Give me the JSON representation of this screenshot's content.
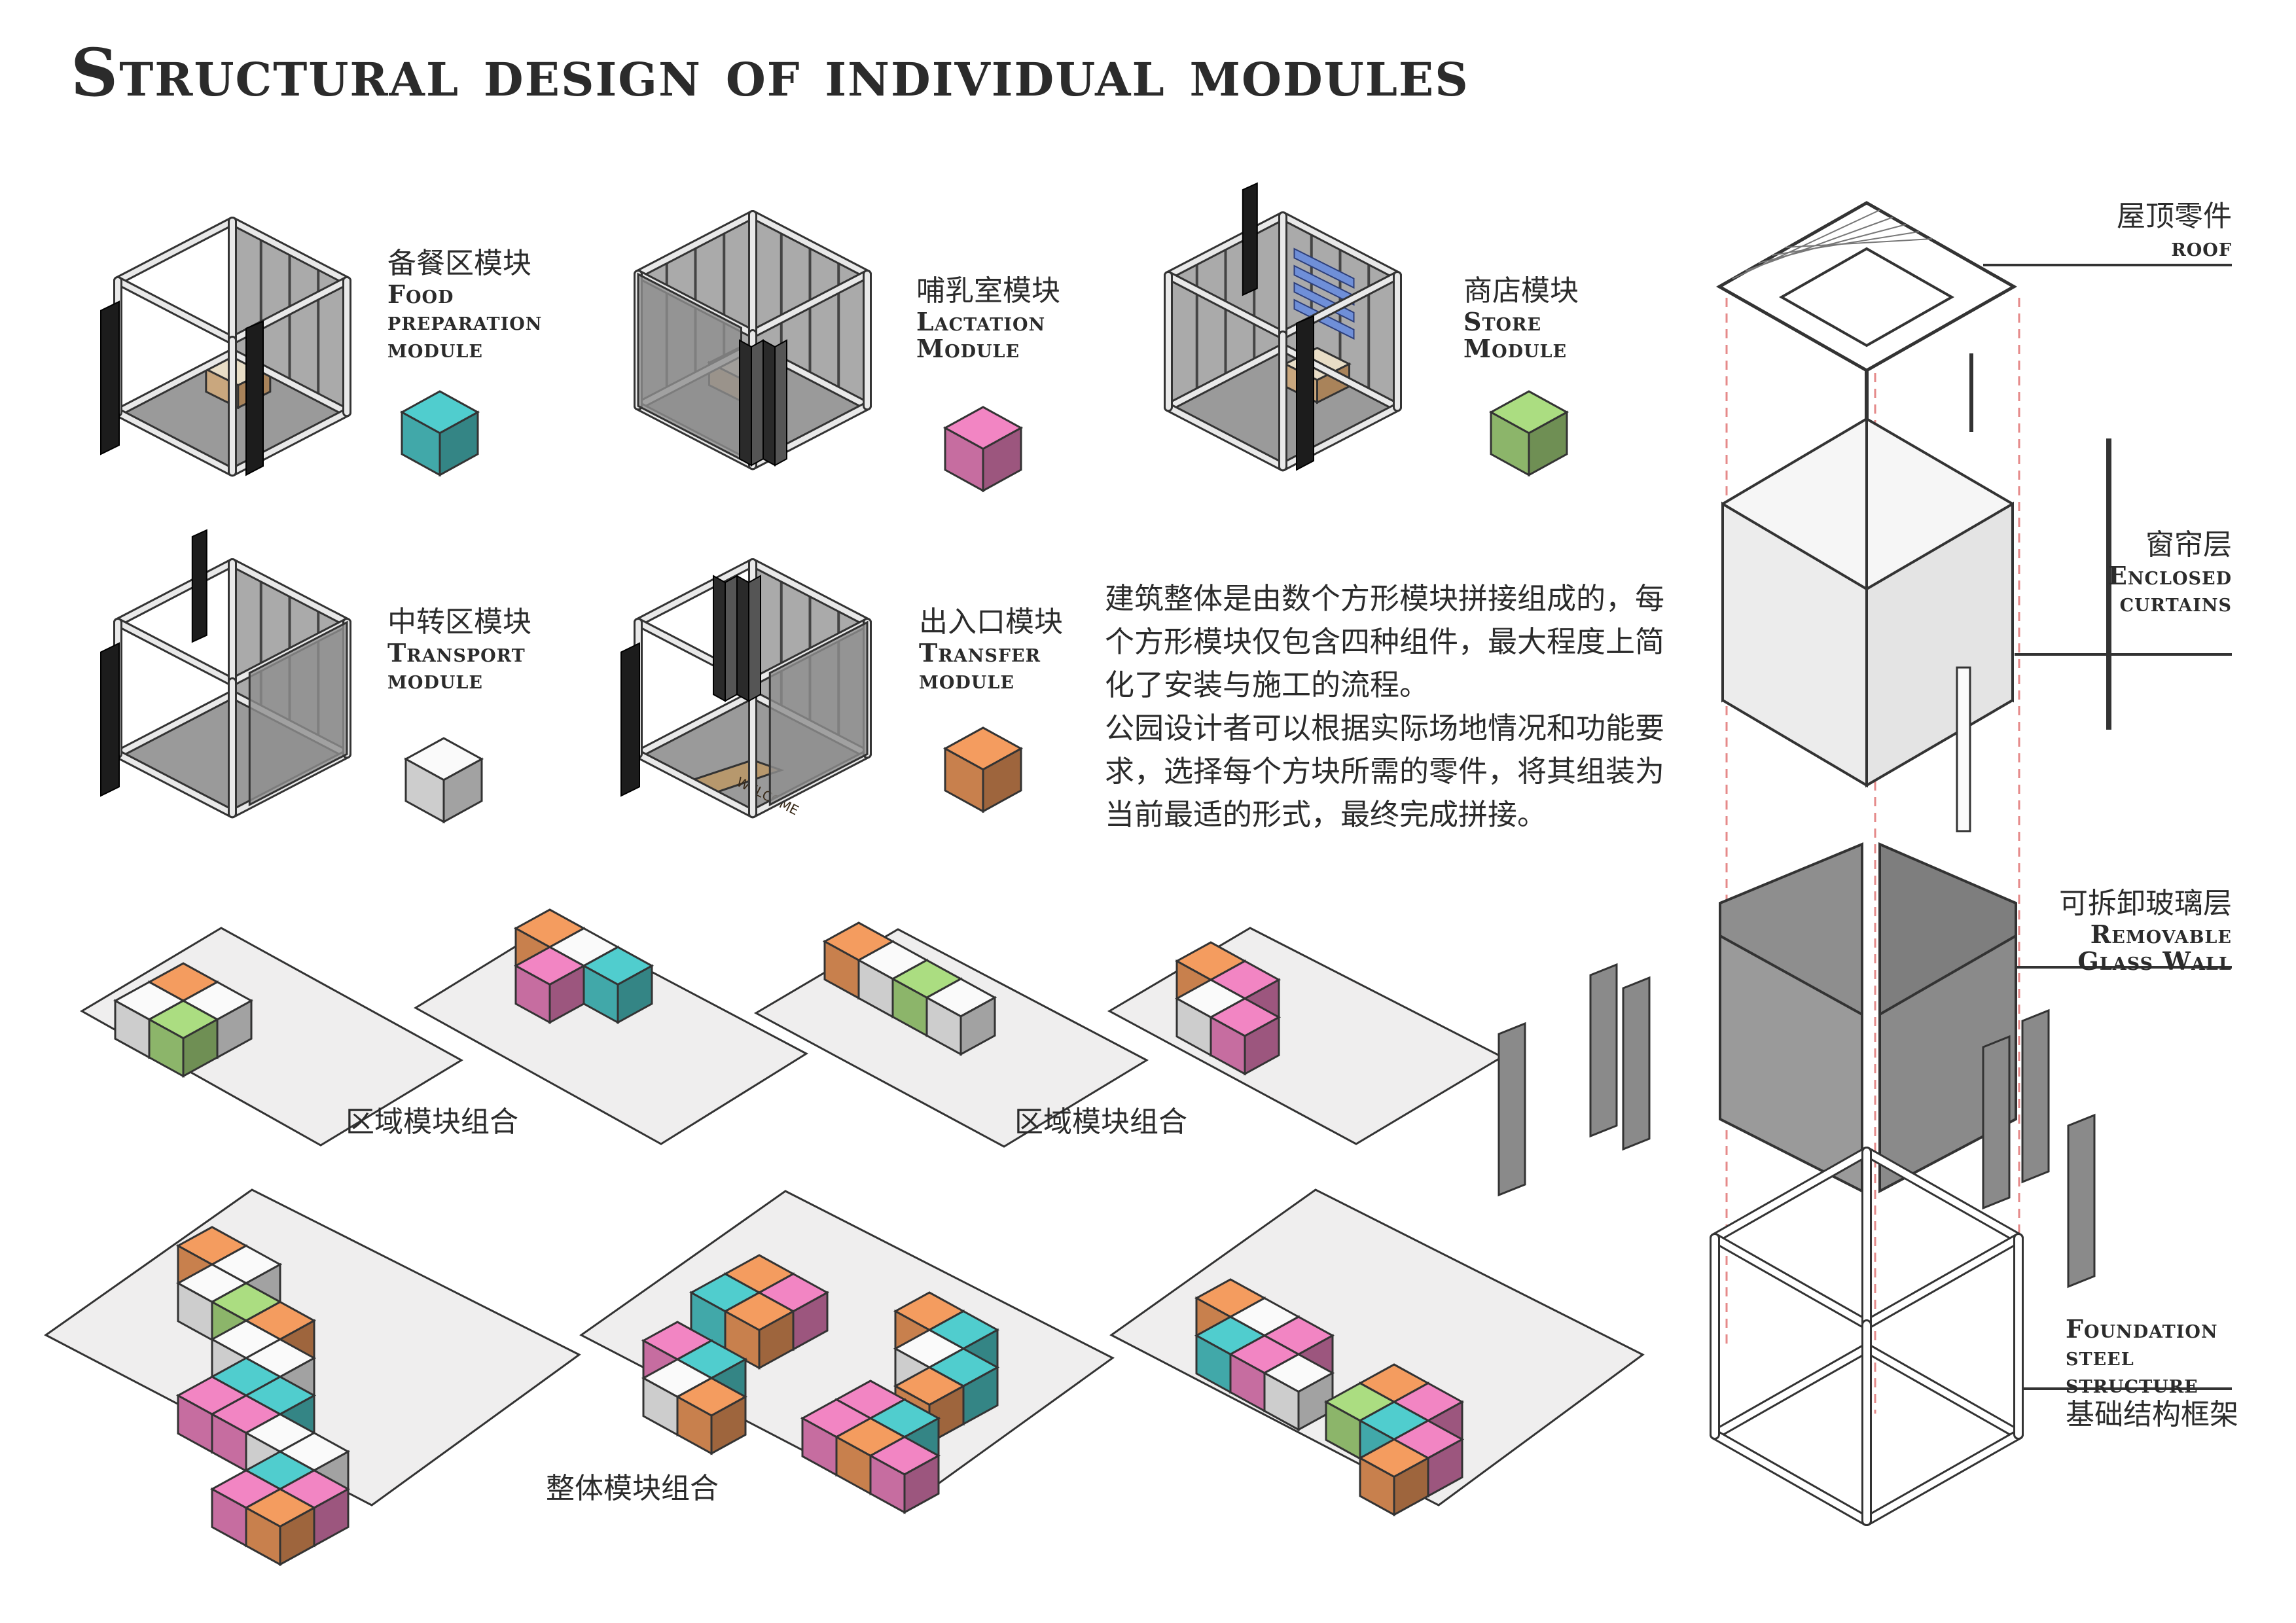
{
  "title": "Structural design of individual modules",
  "modules": [
    {
      "cn": "备餐区模块",
      "en": [
        "Food",
        "preparation",
        "module"
      ],
      "color": "#4cc3c4"
    },
    {
      "cn": "哺乳室模块",
      "en": [
        "Lactation",
        "Module"
      ],
      "color": "#e67fba"
    },
    {
      "cn": "商店模块",
      "en": [
        "Store",
        "Module"
      ],
      "color": "#a3d27b"
    },
    {
      "cn": "中转区模块",
      "en": [
        "Transport",
        "module"
      ],
      "color": "#eeeeee"
    },
    {
      "cn": "出入口模块",
      "en": [
        "Transfer",
        "module"
      ],
      "color": "#e8955a"
    }
  ],
  "description": [
    "建筑整体是由数个方形模块拼接组成的，每个方形模块仅包含四种组件，最大程度上简化了安装与施工的流程。",
    "公园设计者可以根据实际场地情况和功能要求，选择每个方块所需的零件，将其组装为当前最适的形式，最终完成拼接。"
  ],
  "combos": {
    "area_label": "区域模块组合",
    "whole_label": "整体模块组合"
  },
  "doormat_text": "WELCOME",
  "layers": [
    {
      "cn": "屋顶零件",
      "en": [
        "roof"
      ]
    },
    {
      "cn": "窗帘层",
      "en": [
        "Enclosed",
        "curtains"
      ]
    },
    {
      "cn": "可拆卸玻璃层",
      "en": [
        "Removable",
        "Glass Wall"
      ]
    },
    {
      "cn": "基础结构框架",
      "en": [
        "Foundation",
        "steel",
        "structure"
      ]
    }
  ],
  "colors": {
    "teal": "#4cc3c4",
    "pink": "#e67fba",
    "green": "#a3d27b",
    "white": "#eeeeee",
    "orange": "#e8955a",
    "glass": "#8e8e8e",
    "frame": "#bdbdbd",
    "line": "#333333",
    "plate": "#efeeee",
    "dash": "#e58a8a"
  }
}
